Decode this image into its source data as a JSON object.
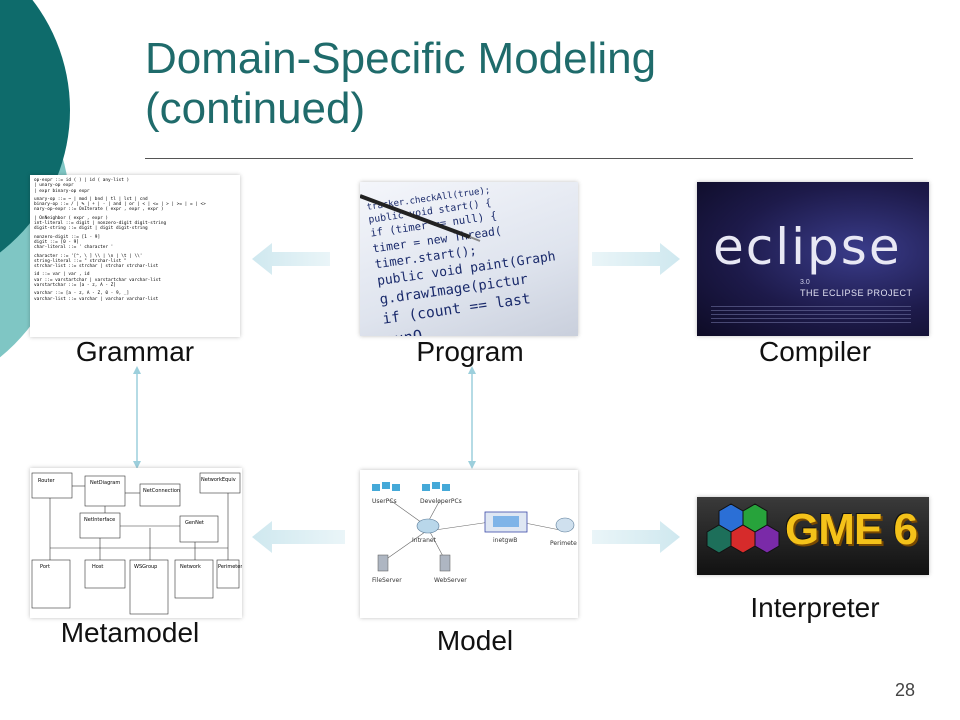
{
  "slide": {
    "title_line1": "Domain-Specific Modeling",
    "title_line2": "(continued)",
    "page_number": "28"
  },
  "labels": {
    "grammar": "Grammar",
    "program": "Program",
    "compiler": "Compiler",
    "metamodel": "Metamodel",
    "model": "Model",
    "interpreter": "Interpreter"
  },
  "eclipse": {
    "logo": "eclipse",
    "version": "3.0",
    "project": "THE ECLIPSE PROJECT"
  },
  "gme": {
    "logo": "GME 6"
  },
  "program_code": [
    "tracker.checkAll(true);",
    "public void start() {",
    "  if (timer == null) {",
    "    timer = new Thread(",
    "    timer.start();",
    "public void paint(Graph",
    "  g.drawImage(pictur",
    "  if (count == last",
    "    runO_"
  ],
  "model_nodes": {
    "user_pcs": "UserPCs",
    "developer_pcs": "DeveloperPCs",
    "intranet": "Intranet",
    "gateway": "inetgwB",
    "perimeter": "Perimete",
    "file_server": "FileServer",
    "web_server": "WebServer"
  },
  "metamodel_boxes": {
    "router": "Router",
    "net_diagram": "NetDiagram",
    "net_connection": "NetConnection",
    "network_equiv": "NetworkEquiv",
    "net_interface": "NetInterface",
    "gen_net": "GenNet",
    "port": "Port",
    "host": "Host",
    "ws_group": "WSGroup",
    "network": "Network",
    "perimeter": "Perimeter"
  },
  "grammar_rules": [
    "op-expr ::= id ( ) | id ( any-list )",
    "        | unary-op expr",
    "        | expr binary-op expr",
    "unary-op ::= ~ | mod | bnd | tl | lst | cnd",
    "binary-op ::= / | % | + | - | and | or | < | <= | > | >= | = | <>",
    "nary-op-expr ::= OnIterate ( expr , expr , expr )",
    "        | OnNeighbor ( expr , expr )",
    "int-literal ::= digit | nonzero-digit digit-string",
    "digit-string ::= digit | digit digit-string",
    "nonzero-digit ::= [1 - 9]",
    "digit ::= [0 - 9]",
    "char-literal ::= ' character '",
    "character ::= '[^, \\ ] \\\\ | \\n | \\t | \\\\'",
    "string-literal ::= \" strchar-list \"",
    "strchar-list ::= strchar | strchar strchar-list",
    "id ::= var | var , id",
    "var ::= varstartchar | varstartchar varchar-list",
    "varstartchar ::= [a - z, A - Z]",
    "varchar ::= [a - z, A - Z, 0 - 9, _]",
    "varchar-list ::= varchar | varchar varchar-list"
  ],
  "colors": {
    "title": "#1f6b6b",
    "decor_dark": "#0e6b6b",
    "decor_light": "#7fc6c4",
    "arrow": "#d7ecf2",
    "eclipse_bg": "#1d1a4a"
  }
}
